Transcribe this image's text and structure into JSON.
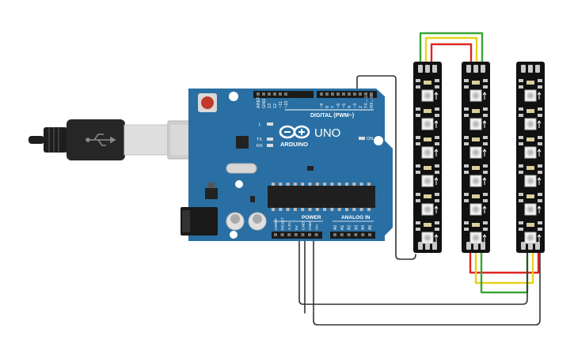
{
  "board": {
    "brand": "ARDUINO",
    "model": "UNO",
    "digital_header": "DIGITAL (PWM~)",
    "power_label": "POWER",
    "analog_label": "ANALOG IN",
    "on_label": "ON",
    "led_l": "L",
    "led_tx": "TX",
    "led_rx": "RX",
    "top_pins": [
      "AREF",
      "GND",
      "13",
      "12",
      "~11",
      "~10",
      "~9",
      "8",
      "7",
      "~6",
      "~5",
      "4",
      "~3",
      "2",
      "TX→1",
      "RX←0"
    ],
    "power_pins": [
      "IOREF",
      "RESET",
      "3.3V",
      "5V",
      "GND",
      "GND",
      "Vin"
    ],
    "analog_pins": [
      "A0",
      "A1",
      "A2",
      "A3",
      "A4",
      "A5"
    ],
    "colors": {
      "board": "#2a6fa3",
      "header": "#1b1b1b",
      "reset": "#c0392b"
    }
  },
  "usb_cable": {
    "icon": "usb-icon",
    "plug_color": "#1e1e1e",
    "connector_color": "#cfcfcf"
  },
  "led_strips": [
    {
      "id": "strip-1",
      "leds": 6,
      "colors": {
        "body": "#111111"
      }
    },
    {
      "id": "strip-2",
      "leds": 6,
      "colors": {
        "body": "#111111"
      }
    },
    {
      "id": "strip-3",
      "leds": 6,
      "colors": {
        "body": "#111111"
      }
    }
  ],
  "wires": {
    "colors": {
      "green": "#3aa635",
      "yellow": "#e8d21a",
      "red": "#e02424",
      "black": "#333333"
    }
  }
}
